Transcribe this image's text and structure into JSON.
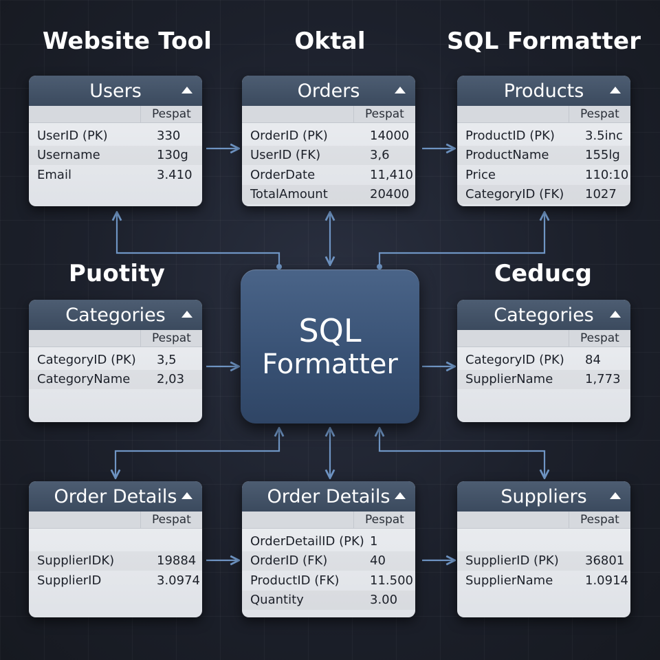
{
  "headings": {
    "top_left": "Website Tool",
    "top_center": "Oktal",
    "top_right": "SQL Formatter",
    "mid_left": "Puotity",
    "mid_right": "Ceducg"
  },
  "center_box": {
    "line1": "SQL",
    "line2": "Formatter"
  },
  "tables": {
    "users": {
      "title": "Users",
      "sub_header": "Pespat",
      "rows": [
        {
          "k": "UserID (PK)",
          "v": "330"
        },
        {
          "k": "Username",
          "v": "130g"
        },
        {
          "k": "Email",
          "v": "3.410"
        }
      ]
    },
    "orders": {
      "title": "Orders",
      "sub_header": "Pespat",
      "rows": [
        {
          "k": "OrderID (PK)",
          "v": "14000"
        },
        {
          "k": "UserID (FK)",
          "v": "3,6"
        },
        {
          "k": "OrderDate",
          "v": "11,410"
        },
        {
          "k": "TotalAmount",
          "v": "20400"
        }
      ]
    },
    "products": {
      "title": "Products",
      "sub_header": "Pespat",
      "rows": [
        {
          "k": "ProductID (PK)",
          "v": "3.5inc"
        },
        {
          "k": "ProductName",
          "v": "155lg"
        },
        {
          "k": "Price",
          "v": "110:10"
        },
        {
          "k": "CategoryID (FK)",
          "v": "1027"
        }
      ]
    },
    "categories_left": {
      "title": "Categories",
      "sub_header": "Pespat",
      "rows": [
        {
          "k": "CategoryID (PK)",
          "v": "3,5"
        },
        {
          "k": "CategoryName",
          "v": "2,03"
        }
      ]
    },
    "categories_right": {
      "title": "Categories",
      "sub_header": "Pespat",
      "rows": [
        {
          "k": "CategoryID (PK)",
          "v": "84"
        },
        {
          "k": "SupplierName",
          "v": "1,773"
        }
      ]
    },
    "order_details_left": {
      "title": "Order Details",
      "sub_header": "Pespat",
      "rows": [
        {
          "k": "",
          "v": ""
        },
        {
          "k": "SupplierIDK)",
          "v": "19884"
        },
        {
          "k": "SupplierID",
          "v": "3.0974"
        }
      ]
    },
    "order_details_center": {
      "title": "Order Details",
      "sub_header": "Pespat",
      "rows": [
        {
          "k": "OrderDetailID (PK)",
          "v": "1"
        },
        {
          "k": "OrderID (FK)",
          "v": "40"
        },
        {
          "k": "ProductID (FK)",
          "v": "11.500"
        },
        {
          "k": "Quantity",
          "v": "3.00"
        }
      ]
    },
    "suppliers": {
      "title": "Suppliers",
      "sub_header": "Pespat",
      "rows": [
        {
          "k": "",
          "v": ""
        },
        {
          "k": "SupplierID (PK)",
          "v": "36801"
        },
        {
          "k": "SupplierName",
          "v": "1.0914"
        }
      ]
    }
  },
  "colors": {
    "connector": "#6f95c4",
    "header": "#3f4e63",
    "center": "#3a5377",
    "background": "#1c202b"
  }
}
